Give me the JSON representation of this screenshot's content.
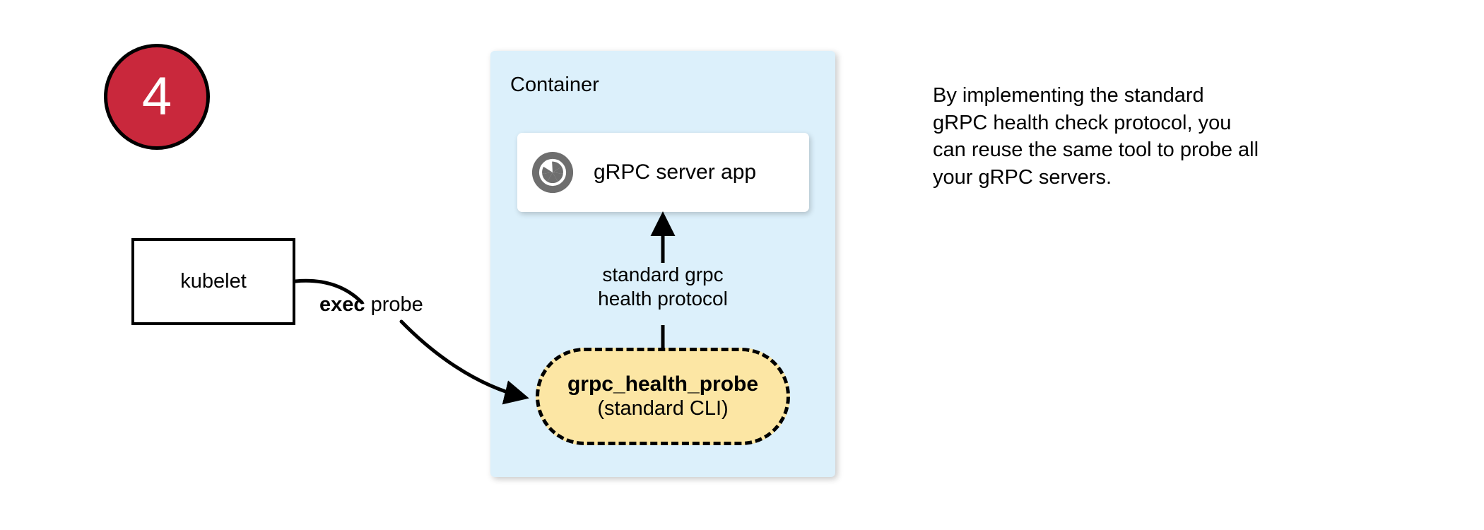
{
  "step_badge": {
    "number": "4",
    "fill_color": "#C9283C",
    "border_color": "#000000",
    "text_color": "#FFFFFF"
  },
  "kubelet": {
    "label": "kubelet"
  },
  "container": {
    "title": "Container",
    "fill_color": "#DCF0FB"
  },
  "server_card": {
    "label": "gRPC server app",
    "icon": "grpc-aperture-icon",
    "icon_color": "#6E6E6E",
    "fill_color": "#FFFFFF"
  },
  "probe_node": {
    "title": "grpc_health_probe",
    "subtitle": "(standard CLI)",
    "fill_color": "#FCE6A4",
    "border_style": "dashed",
    "border_color": "#000000"
  },
  "edges": {
    "exec_probe": {
      "label_bold": "exec",
      "label_rest": " probe",
      "from": "kubelet",
      "to": "grpc_health_probe"
    },
    "health_protocol": {
      "line1": "standard grpc",
      "line2": "health protocol",
      "from": "grpc_health_probe",
      "to": "gRPC server app"
    }
  },
  "caption": {
    "line1": "By implementing the standard",
    "line2": "gRPC health check protocol, you",
    "line3": "can reuse the same tool to probe all",
    "line4": "your gRPC servers."
  }
}
